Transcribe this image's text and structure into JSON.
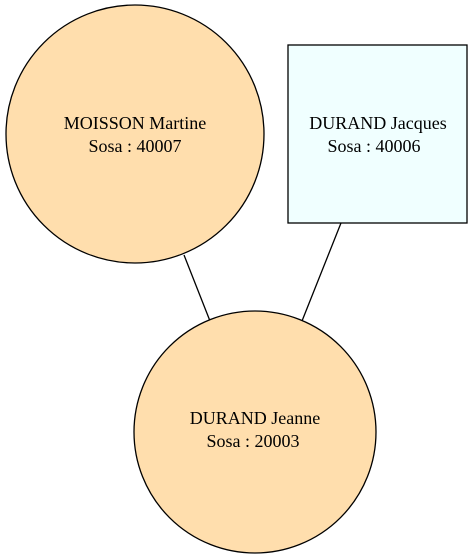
{
  "nodes": {
    "mother": {
      "name": "MOISSON Martine",
      "sosa": "Sosa : 40007",
      "shape": "circle",
      "fill": "#FFDEAD"
    },
    "father": {
      "name": "DURAND Jacques",
      "sosa": "Sosa : 40006",
      "shape": "box",
      "fill": "#F0FFFF"
    },
    "child": {
      "name": "DURAND Jeanne",
      "sosa": "Sosa : 20003",
      "shape": "circle",
      "fill": "#FFDEAD"
    }
  },
  "colors": {
    "stroke": "#000000"
  }
}
